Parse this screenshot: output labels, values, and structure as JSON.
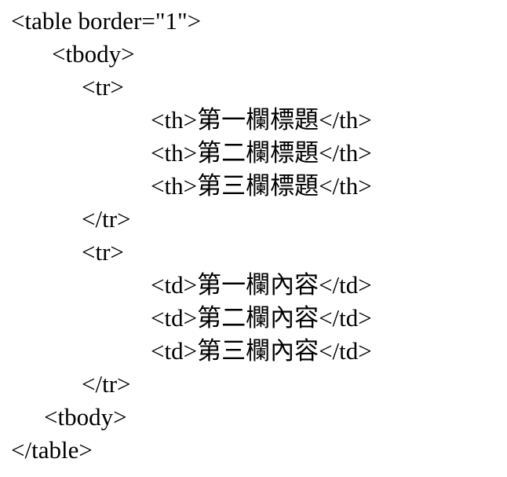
{
  "document": {
    "background": "#ffffff",
    "text_color": "#000000",
    "language": "html-source",
    "lines": [
      {
        "indent": 0,
        "text": "<table border=\"1\">"
      },
      {
        "indent": 52,
        "text": "<tbody>"
      },
      {
        "indent": 90,
        "text": "<tr>"
      },
      {
        "indent": 178,
        "text": "<th>第一欄標題</th>"
      },
      {
        "indent": 178,
        "text": "<th>第二欄標題</th>"
      },
      {
        "indent": 178,
        "text": "<th>第三欄標題</th>"
      },
      {
        "indent": 90,
        "text": "</tr>"
      },
      {
        "indent": 90,
        "text": "<tr>"
      },
      {
        "indent": 178,
        "text": "<td>第一欄內容</td>"
      },
      {
        "indent": 178,
        "text": "<td>第二欄內容</td>"
      },
      {
        "indent": 178,
        "text": "<td>第三欄內容</td>"
      },
      {
        "indent": 90,
        "text": "</tr>"
      },
      {
        "indent": 42,
        "text": "<tbody>"
      },
      {
        "indent": 0,
        "text": "</table>"
      }
    ]
  }
}
